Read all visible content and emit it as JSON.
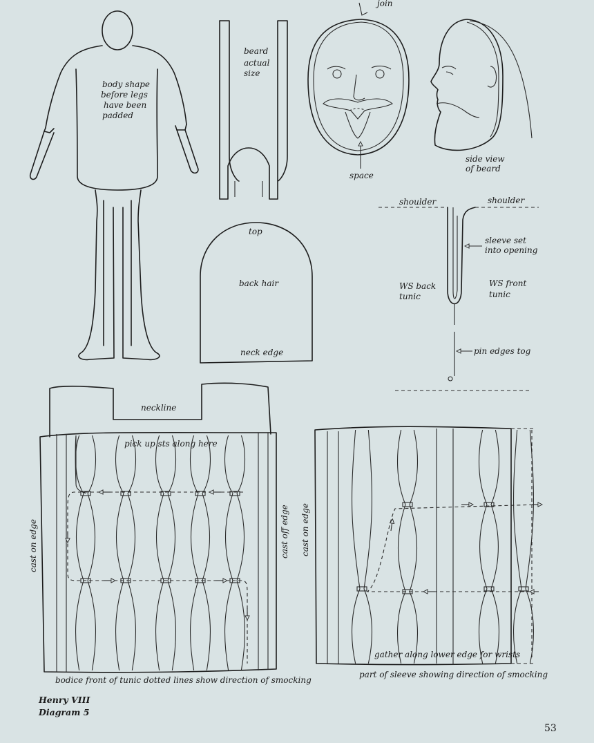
{
  "labels": {
    "body_shape": [
      "body shape",
      "before legs",
      "have been",
      "padded"
    ],
    "beard_actual": [
      "beard",
      "actual",
      "size"
    ],
    "join": "join",
    "space": "space",
    "side_view": [
      "side view",
      "of beard"
    ],
    "top": "top",
    "back_hair": "back hair",
    "neck_edge": "neck edge",
    "shoulder_left": "shoulder",
    "shoulder_right": "shoulder",
    "sleeve_set": [
      "sleeve set",
      "into opening"
    ],
    "ws_back": [
      "WS back",
      "tunic"
    ],
    "ws_front": [
      "WS front",
      "tunic"
    ],
    "pin_edges": "pin edges tog",
    "neckline": "neckline",
    "pick_up": "pick up sts along here",
    "cast_on_edge_left": "cast on edge",
    "cast_off_edge": "cast off edge",
    "cast_on_edge_right": "cast on edge",
    "gather": "gather along lower edge for wrists",
    "bodice_caption": "bodice front of tunic dotted lines show direction of smocking",
    "sleeve_caption": "part of sleeve showing direction of smocking"
  },
  "footer": {
    "title": "Henry VIII",
    "subtitle": "Diagram 5",
    "page_number": "53"
  }
}
